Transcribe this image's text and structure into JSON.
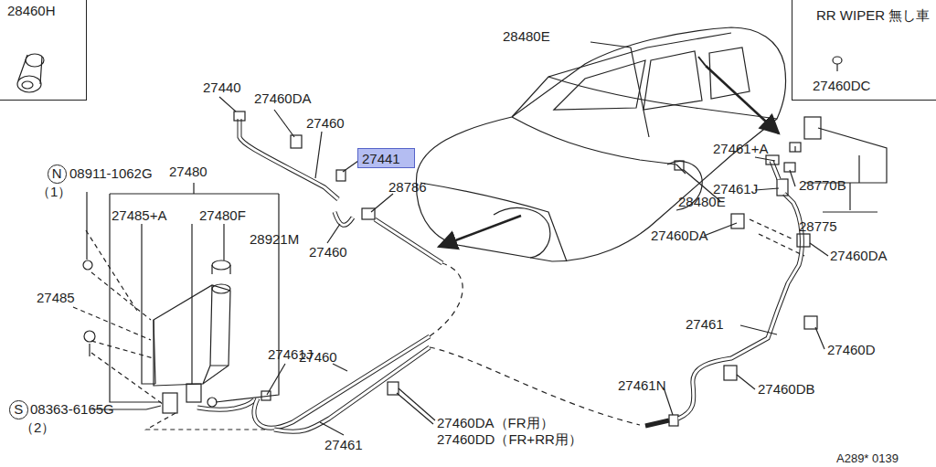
{
  "diagram": {
    "nodes": [
      {
        "text": [
          "28460H"
        ]
      },
      {
        "text": [
          "RR WIPER 無し車",
          "27460DC"
        ]
      },
      {
        "text": [
          "27441"
        ]
      },
      {
        "text": [
          "N"
        ]
      },
      {
        "text": [
          "S"
        ]
      }
    ],
    "labels": [
      "27440",
      "27460DA",
      "27460",
      "28786",
      "27460",
      "27480",
      "27485+A",
      "27480F",
      "28921M",
      "27485",
      "08911-1062G",
      "（1）",
      "08363-6165G",
      "（2）",
      "27461J",
      "27460",
      "27461",
      "27460DA（FR用）",
      "27460DD（FR+RR用）",
      "27461N",
      "27460DB",
      "27461",
      "27460D",
      "27460DA",
      "27460DA",
      "28775",
      "28770B",
      "27461J",
      "27461+A",
      "28480E",
      "28480E",
      "A289* 0139"
    ]
  }
}
